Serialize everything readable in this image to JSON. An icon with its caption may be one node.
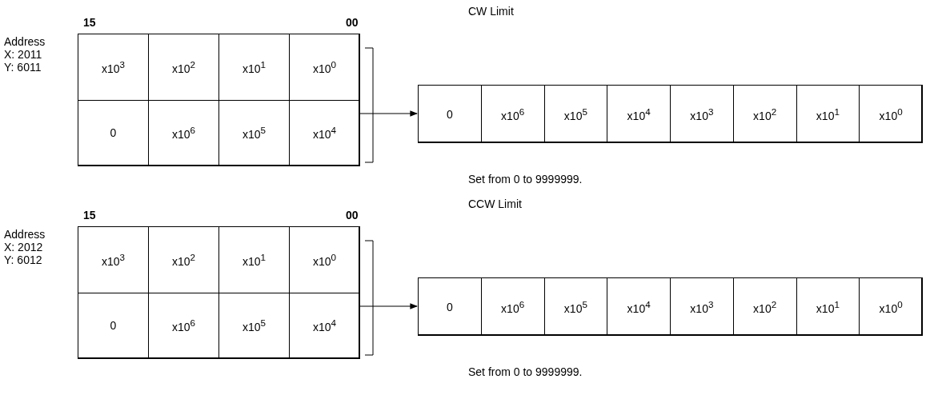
{
  "diagram": {
    "nodes": [
      {
        "text": [],
        "shape": "box",
        "beside": [
          "Address X: 2011 Y: 6011"
        ]
      },
      {
        "text": [
          "x10$^{3}$"
        ],
        "in": 0
      },
      {
        "text": [
          "x10$^{2}$"
        ],
        "in": 0
      },
      {
        "text": [
          "x10$^{1}$"
        ],
        "in": 0
      },
      {
        "text": [
          "x10$^{0}$"
        ],
        "in": 0
      },
      {
        "text": [
          "0"
        ],
        "in": 0
      },
      {
        "text": [
          "x10$^{6}$"
        ],
        "in": 0
      },
      {
        "text": [
          "x10$^{5}$"
        ],
        "in": 0
      },
      {
        "text": [
          "x10$^{4}$"
        ],
        "in": 0
      },
      {
        "text": [],
        "shape": "box"
      },
      {
        "text": [
          "0"
        ],
        "in": 9
      },
      {
        "text": [
          "x10$^{6}$"
        ],
        "in": 9
      },
      {
        "text": [
          "x10$^{5}$"
        ],
        "in": 9
      },
      {
        "text": [
          "x10$^{4}$"
        ],
        "in": 9
      },
      {
        "text": [
          "x10$^{3}$"
        ],
        "in": 9
      },
      {
        "text": [
          "x10$^{2}$"
        ],
        "in": 9
      },
      {
        "text": [
          "x10$^{1}$"
        ],
        "in": 9
      },
      {
        "text": [
          "x10$^{0}$"
        ],
        "in": 9
      },
      {
        "text": [],
        "shape": "box",
        "beside": [
          "Address X: 2012 Y: 6012"
        ]
      },
      {
        "text": [
          "x10$^{3}$"
        ],
        "in": 18
      },
      {
        "text": [
          "x10$^{2}$"
        ],
        "in": 18
      },
      {
        "text": [
          "x10$^{1}$"
        ],
        "in": 18
      },
      {
        "text": [
          "x10$^{0}$"
        ],
        "in": 18
      },
      {
        "text": [
          "0"
        ],
        "in": 18
      },
      {
        "text": [
          "x10$^{6}$"
        ],
        "in": 18
      },
      {
        "text": [
          "x10$^{5}$"
        ],
        "in": 18
      },
      {
        "text": [
          "x10$^{4}$"
        ],
        "in": 18
      },
      {
        "text": [],
        "shape": "box"
      },
      {
        "text": [
          "0"
        ],
        "in": 27
      },
      {
        "text": [
          "x10$^{6}$"
        ],
        "in": 27
      },
      {
        "text": [
          "x10$^{5}$"
        ],
        "in": 27
      },
      {
        "text": [
          "x10$^{4}$"
        ],
        "in": 27
      },
      {
        "text": [
          "x10$^{3}$"
        ],
        "in": 27
      },
      {
        "text": [
          "x10$^{2}$"
        ],
        "in": 27
      },
      {
        "text": [
          "x10$^{1}$"
        ],
        "in": 27
      },
      {
        "text": [
          "x10$^{0}$"
        ],
        "in": 27
      }
    ],
    "edges": [
      {
        "from": 0,
        "to": 9,
        "arrow": "to"
      },
      {
        "from": 18,
        "to": 27,
        "arrow": "to"
      }
    ],
    "labels": [
      "15",
      "00",
      "CW Limit",
      "Set from 0 to 9999999.",
      "15",
      "00",
      "CCW Limit",
      "Set from 0 to 9999999."
    ]
  }
}
